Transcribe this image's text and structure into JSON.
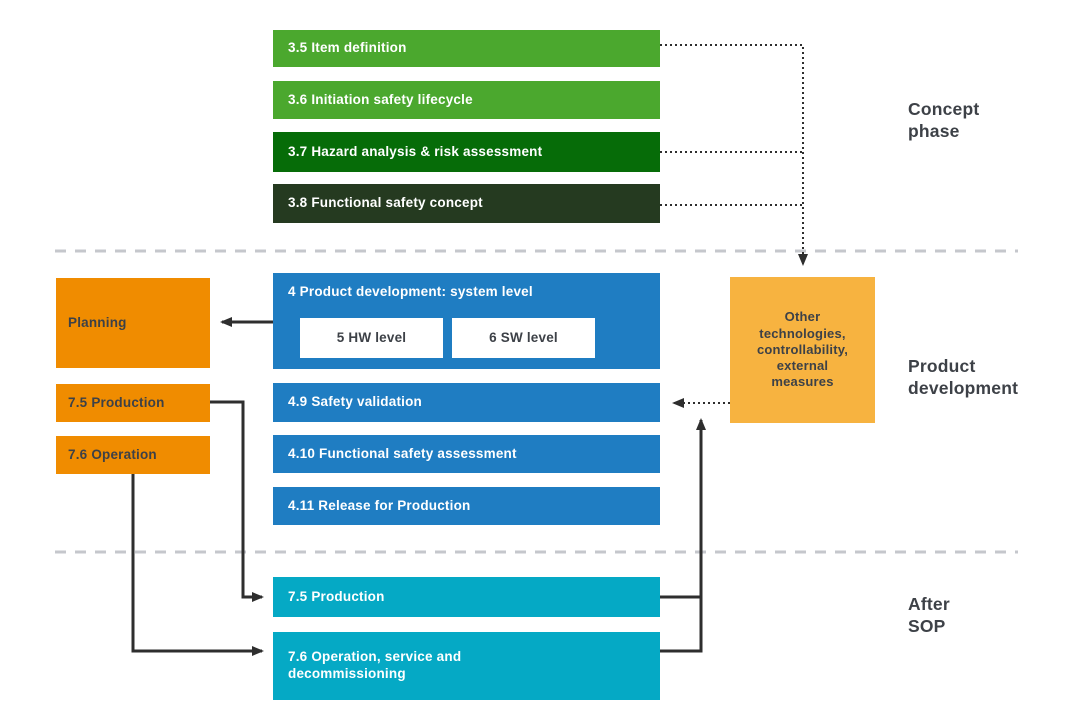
{
  "phase_labels": {
    "concept": "Concept\nphase",
    "product": "Product\ndevelopment",
    "after_sop": "After\nSOP"
  },
  "concept_boxes": [
    {
      "label": "3.5 Item definition",
      "color": "#4BA82E"
    },
    {
      "label": "3.6 Initiation safety lifecycle",
      "color": "#4BA82E"
    },
    {
      "label": "3.7 Hazard analysis & risk assessment",
      "color": "#066C08"
    },
    {
      "label": "3.8 Functional safety concept",
      "color": "#253A20"
    }
  ],
  "product_boxes": {
    "system_level": {
      "label": "4 Product development: system level",
      "color": "#1F7DC2"
    },
    "hw_level": {
      "label": "5 HW level",
      "color": "#FFFFFF"
    },
    "sw_level": {
      "label": "6 SW level",
      "color": "#FFFFFF"
    },
    "safety_validation": {
      "label": "4.9 Safety validation",
      "color": "#1F7DC2"
    },
    "safety_assessment": {
      "label": "4.10 Functional safety assessment",
      "color": "#1F7DC2"
    },
    "release": {
      "label": "4.11 Release for Production",
      "color": "#1F7DC2"
    }
  },
  "side_boxes": {
    "planning": {
      "label": "Planning",
      "color": "#F08C00"
    },
    "production": {
      "label": "7.5 Production",
      "color": "#F08C00"
    },
    "operation": {
      "label": "7.6 Operation",
      "color": "#F08C00"
    },
    "other_measures": {
      "label": "Other\ntechnologies,\ncontrollability,\nexternal\nmeasures",
      "color": "#F7B340"
    }
  },
  "after_sop_boxes": {
    "production": {
      "label": "7.5 Production",
      "color": "#05A9C5"
    },
    "operation": {
      "label": "7.6 Operation, service and\ndecommissioning",
      "color": "#05A9C5"
    }
  },
  "colors": {
    "light_green": "#4BA82E",
    "dark_green": "#066C08",
    "darkest_green": "#253A20",
    "blue": "#1F7DC2",
    "orange": "#F08C00",
    "yellow": "#F7B340",
    "teal": "#05A9C5",
    "dark_text": "#3D4147",
    "connector": "#2E2E2E",
    "divider": "#C5C7CC",
    "background": "#FFFFFF"
  }
}
